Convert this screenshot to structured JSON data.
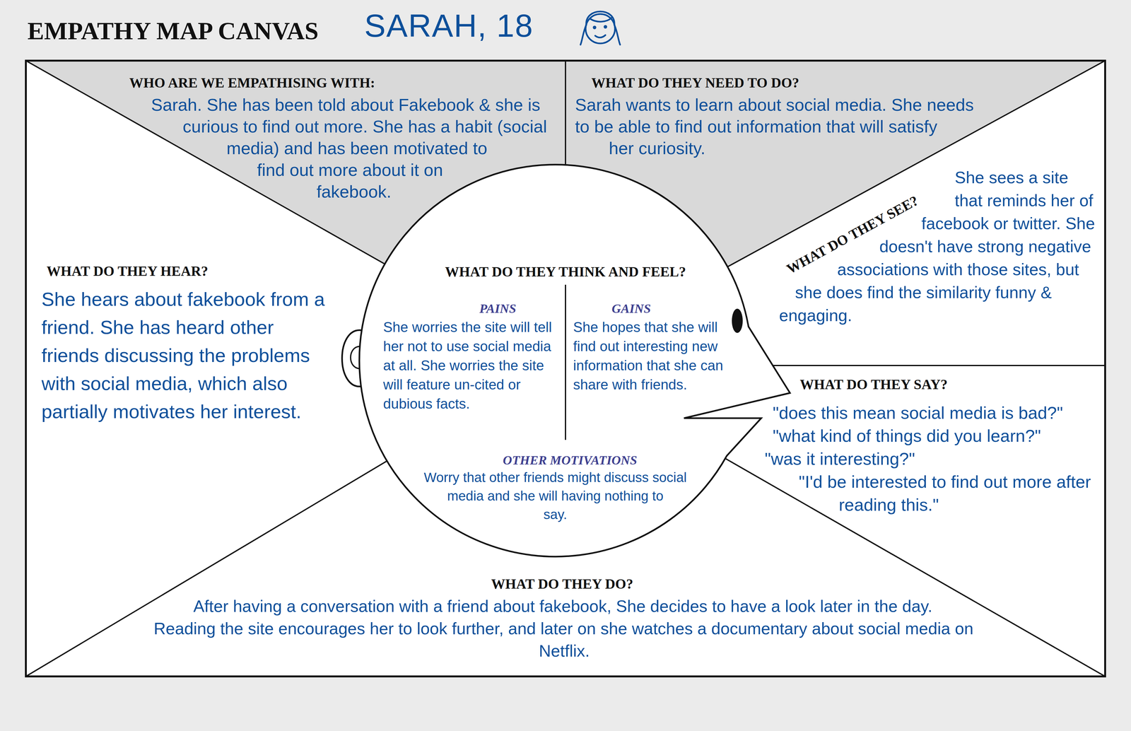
{
  "diagram": {
    "title": "EMPATHY MAP CANVAS",
    "nodes": [
      {
        "text": [
          "WHO ARE WE EMPATHISING WITH:",
          "Sarah. She has been told about Fakebook & she is curious to find out more. She has a habit (social media) and has been motivated to find out more about it on fakebook."
        ]
      },
      {
        "text": [
          "WHAT DO THEY NEED TO DO?",
          "Sarah wants to learn about social media. She needs to be able to find out information that will satisfy her curiosity."
        ]
      },
      {
        "text": [
          "WHAT DO THEY HEAR?",
          "She hears about fakebook from a friend. She has heard other friends discussing the problems with social media, which also partially motivates her interest."
        ]
      },
      {
        "text": [
          "WHAT DO THEY THINK AND FEEL?",
          "PAINS",
          "She worries the site will tell her not to use social media at all. She worries the site will feature un-cited or dubious facts.",
          "GAINS",
          "She hopes that she will find out interesting new information that she can share with friends.",
          "OTHER MOTIVATIONS",
          "Worry that other friends might discuss social media and she will having nothing to say."
        ]
      },
      {
        "text": [
          "WHAT DO THEY SEE?",
          "She sees a site that reminds her of facebook or twitter. She doesn't have strong negative associations with those sites, but she does find the similarity funny & engaging."
        ]
      },
      {
        "text": [
          "WHAT DO THEY SAY?",
          "\"does this mean social media is bad?\"",
          "\"what kind of things did you learn?\"",
          "\"was it interesting?\"",
          "\"I'd be interested to find out more after reading this.\""
        ]
      },
      {
        "text": [
          "WHAT DO THEY DO?",
          "After having a conversation with a friend about fakebook, She decides to have a look later in the day. Reading the site encourages her to look further, and later on she watches a documentary about social media on Netflix."
        ]
      }
    ],
    "labels": [
      "SARAH, 18"
    ]
  }
}
